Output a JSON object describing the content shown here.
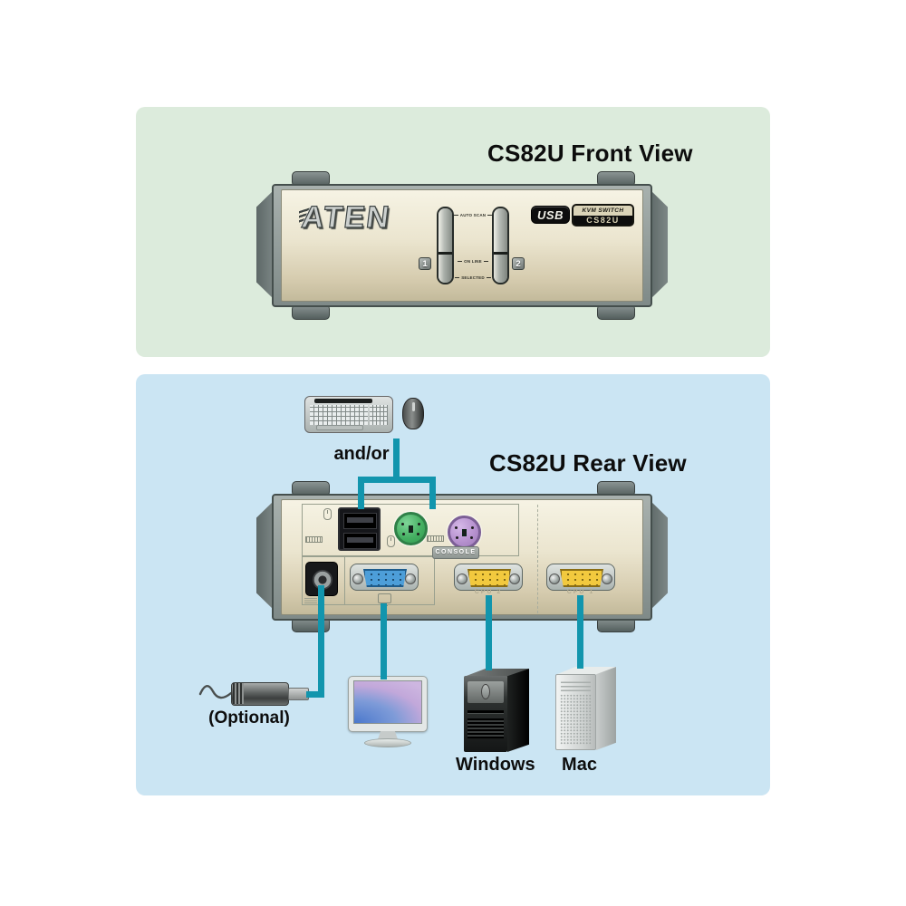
{
  "front": {
    "title": "CS82U Front View",
    "brand": "ATEN",
    "usb_badge": "USB",
    "model_line1": "KVM SWITCH",
    "model_line2": "CS82U",
    "port1": "1",
    "port2": "2",
    "led_auto_scan": "AUTO SCAN",
    "led_on_line": "ON LINE",
    "led_selected": "SELECTED"
  },
  "rear": {
    "title": "CS82U Rear View",
    "and_or": "and/or",
    "console_label": "CONSOLE",
    "cpu2_label": "CPU 2",
    "cpu1_label": "CPU 1",
    "optional_label": "(Optional)",
    "windows_label": "Windows",
    "mac_label": "Mac"
  },
  "colors": {
    "panel_front_bg": "#dcebdc",
    "panel_rear_bg": "#cbe5f3",
    "cable_teal": "#1295ad",
    "device_face": "#ebe5cf",
    "frame_gray": "#8f9997",
    "ps2_mouse_green": "#46b063",
    "ps2_keyboard_purple": "#b792cf",
    "vga_console_blue": "#4d9ed9",
    "vga_cpu_yellow": "#f2c93e"
  }
}
